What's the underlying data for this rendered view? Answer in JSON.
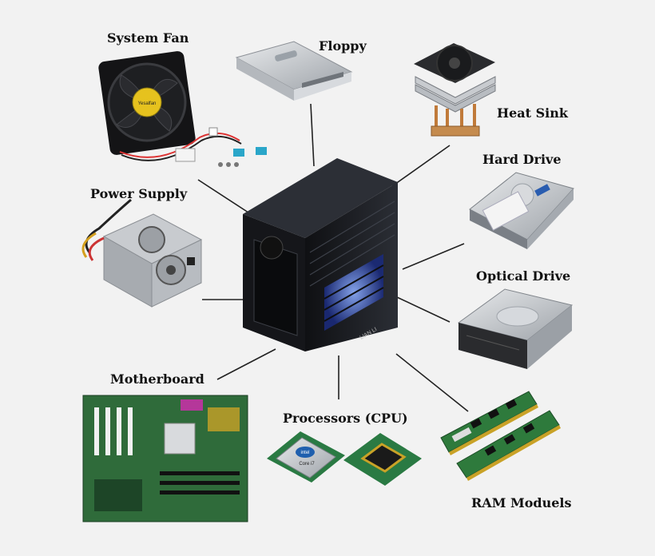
{
  "labels": {
    "system_fan": "System Fan",
    "floppy": "Floppy",
    "heat_sink": "Heat Sink",
    "hard_drive": "Hard Drive",
    "power_supply": "Power Supply",
    "optical_drive": "Optical Drive",
    "motherboard": "Motherboard",
    "processors": "Processors (CPU)",
    "ram": "RAM Moduels"
  },
  "case_badge": "LIAN LI",
  "cpu_brand": "intel",
  "cpu_model": "Core i7",
  "fan_sticker": "Yesalfan",
  "colors": {
    "background": "#f2f2f2",
    "case_body": "#1b1d22",
    "led_blue": "#3a6cff",
    "pcb_green": "#2f6b3a",
    "ram_green": "#2e7a3c",
    "gold": "#c9a227",
    "metal": "#bfc3c8",
    "connector_lines": "#222222"
  }
}
